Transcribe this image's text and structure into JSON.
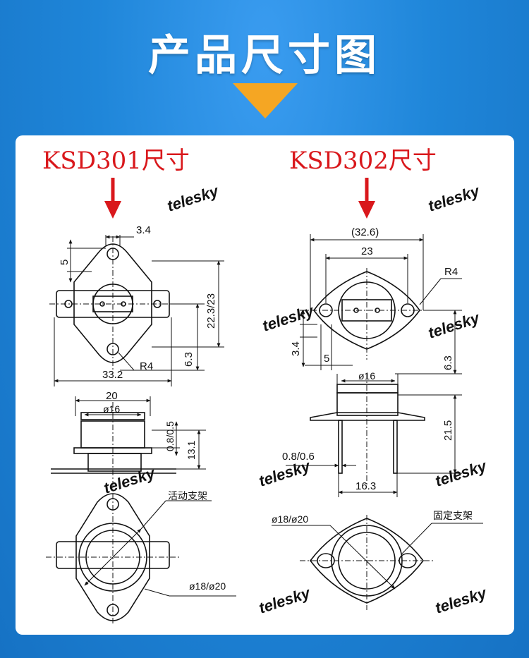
{
  "title": "产品尺寸图",
  "left": {
    "model_title": "KSD301尺寸",
    "dims": {
      "d_3_4": "3.4",
      "d_5": "5",
      "d_22_3": "22.3/23",
      "d_6_3": "6.3",
      "d_33_2": "33.2",
      "d_r4": "R4",
      "d_20": "20",
      "d_16": "ø16",
      "d_0_8": "0.8/0.5",
      "d_13_1": "13.1",
      "d_18": "ø18/ø20"
    },
    "callout": "活动支架"
  },
  "right": {
    "model_title": "KSD302尺寸",
    "dims": {
      "d_32_6": "(32.6)",
      "d_23": "23",
      "d_r4": "R4",
      "d_3_4": "3.4",
      "d_5": "5",
      "d_6_3": "6.3",
      "d_16": "ø16",
      "d_21_5": "21.5",
      "d_0_8": "0.8/0.6",
      "d_16_3": "16.3",
      "d_18": "ø18/ø20"
    },
    "callout": "固定支架"
  },
  "watermark": "telesky",
  "colors": {
    "background": "#1f86d9",
    "accent_arrow": "#f5a623",
    "label_red": "#d9181c"
  }
}
